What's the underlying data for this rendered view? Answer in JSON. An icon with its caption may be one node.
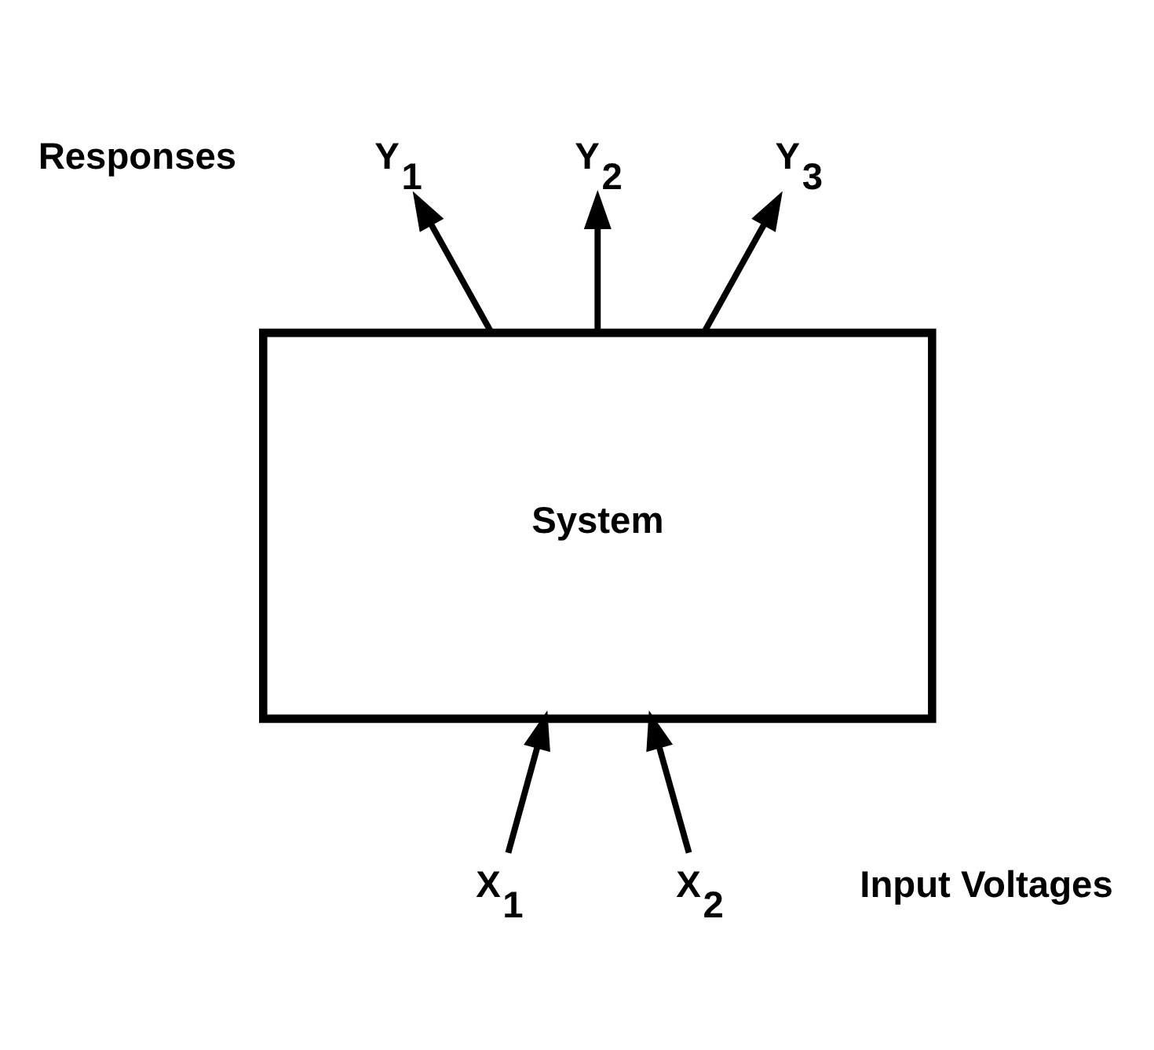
{
  "diagram": {
    "nodes": [
      {
        "text": [
          "Y$_{1}$"
        ]
      },
      {
        "text": [
          "Y$_{2}$"
        ]
      },
      {
        "text": [
          "Y$_{3}$"
        ]
      },
      {
        "text": [
          "System"
        ]
      },
      {
        "text": [
          "X$_{1}$"
        ]
      },
      {
        "text": [
          "X$_{2}$"
        ]
      }
    ],
    "edges": [
      {
        "from": 4,
        "to": 3,
        "arrow": "to"
      },
      {
        "from": 5,
        "to": 3,
        "arrow": "to"
      },
      {
        "from": 3,
        "to": 0,
        "arrow": "to"
      },
      {
        "from": 3,
        "to": 1,
        "arrow": "to"
      },
      {
        "from": 3,
        "to": 2,
        "arrow": "to"
      }
    ],
    "labels": [
      "Responses",
      "Input Voltages"
    ]
  }
}
